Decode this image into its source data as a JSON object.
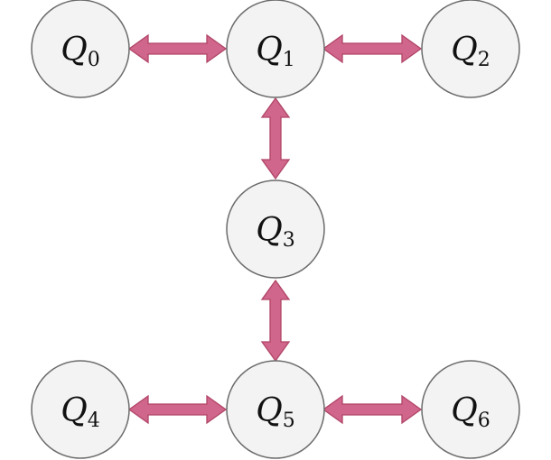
{
  "diagram": {
    "colors": {
      "node_fill": "#f3f3f3",
      "node_stroke": "#6b6b6b",
      "arrow_fill": "#d0668b",
      "arrow_stroke": "#b04466"
    },
    "nodes": [
      {
        "id": "q0",
        "symbol": "Q",
        "subscript": "0"
      },
      {
        "id": "q1",
        "symbol": "Q",
        "subscript": "1"
      },
      {
        "id": "q2",
        "symbol": "Q",
        "subscript": "2"
      },
      {
        "id": "q3",
        "symbol": "Q",
        "subscript": "3"
      },
      {
        "id": "q4",
        "symbol": "Q",
        "subscript": "4"
      },
      {
        "id": "q5",
        "symbol": "Q",
        "subscript": "5"
      },
      {
        "id": "q6",
        "symbol": "Q",
        "subscript": "6"
      }
    ],
    "edges": [
      {
        "from": "q0",
        "to": "q1",
        "kind": "bidirectional"
      },
      {
        "from": "q1",
        "to": "q2",
        "kind": "bidirectional"
      },
      {
        "from": "q1",
        "to": "q3",
        "kind": "bidirectional"
      },
      {
        "from": "q3",
        "to": "q5",
        "kind": "bidirectional"
      },
      {
        "from": "q4",
        "to": "q5",
        "kind": "bidirectional"
      },
      {
        "from": "q5",
        "to": "q6",
        "kind": "bidirectional"
      }
    ]
  }
}
